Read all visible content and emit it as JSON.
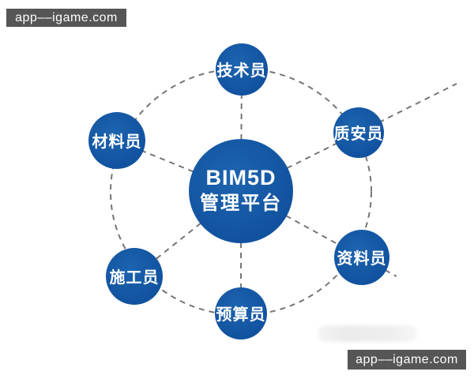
{
  "watermark": {
    "top": "app––igame.com",
    "bottom": "app––igame.com"
  },
  "center_node": {
    "line1": "BIM5D",
    "line2": "管理平台"
  },
  "nodes": [
    {
      "id": "technician",
      "label": "技术员"
    },
    {
      "id": "quality-safety",
      "label": "质安员"
    },
    {
      "id": "documentation",
      "label": "资料员"
    },
    {
      "id": "budgeting",
      "label": "预算员"
    },
    {
      "id": "construction",
      "label": "施工员"
    },
    {
      "id": "materials",
      "label": "材料员"
    }
  ],
  "colors": {
    "node_blue": "#11529f",
    "node_blue_light": "#1d64af",
    "dash_gray": "#767676",
    "watermark_bg": "#565656",
    "watermark_text": "#ffffff"
  }
}
